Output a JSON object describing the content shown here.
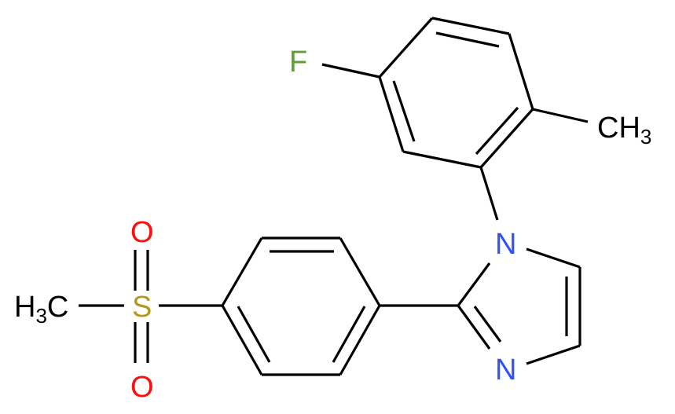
{
  "atoms": {
    "fluorine": "F",
    "methyl_aryl": {
      "main": "CH",
      "sub": "3"
    },
    "n1": "N",
    "n3": "N",
    "sulfur": "S",
    "oxygen_top": "O",
    "oxygen_bottom": "O",
    "methyl_sulfonyl": {
      "pre": "H",
      "sub": "3",
      "post": "C"
    }
  },
  "colors": {
    "nitrogen": "#3050F8",
    "fluorine": "#5E9E36",
    "oxygen": "#FF0D0D",
    "sulfur": "#B29A22",
    "carbon": "#000000"
  }
}
